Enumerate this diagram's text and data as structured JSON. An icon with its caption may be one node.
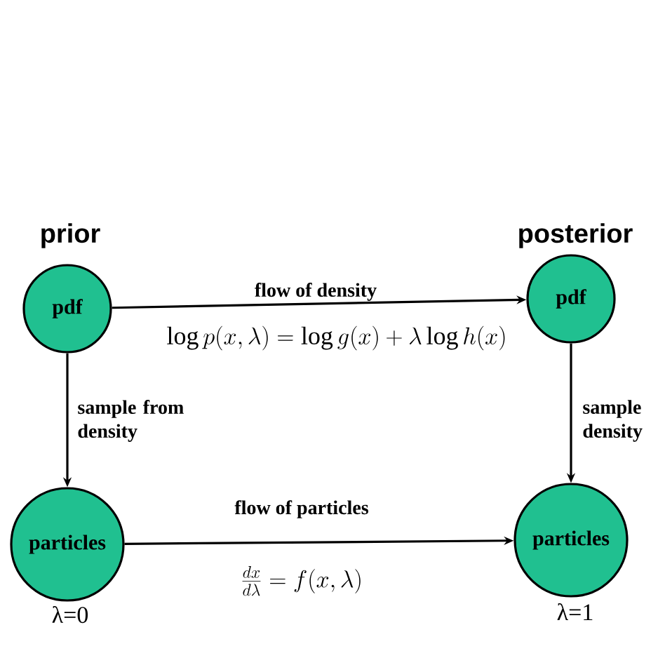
{
  "diagram": {
    "nodes": [
      {
        "text": [
          "pdf"
        ],
        "beside": [
          "prior"
        ]
      },
      {
        "text": [
          "pdf"
        ],
        "beside": [
          "posterior"
        ]
      },
      {
        "text": [
          "particles"
        ],
        "beside": [
          "λ=0"
        ]
      },
      {
        "text": [
          "particles"
        ],
        "beside": [
          "λ=1"
        ]
      }
    ],
    "edges": [
      {
        "from": 0,
        "to": 1,
        "arrow": "to",
        "label": "flow of density"
      },
      {
        "from": 0,
        "to": 2,
        "arrow": "to",
        "label": "sample from density"
      },
      {
        "from": 1,
        "to": 3,
        "arrow": "to",
        "label": "sample density"
      },
      {
        "from": 2,
        "to": 3,
        "arrow": "to",
        "label": "flow of particles"
      }
    ],
    "labels": [
      "\\log p(x,\\lambda) = \\log g(x) + \\lambda \\log h(x)",
      "\\frac{dx}{d\\lambda} = f(x,\\lambda)"
    ]
  }
}
